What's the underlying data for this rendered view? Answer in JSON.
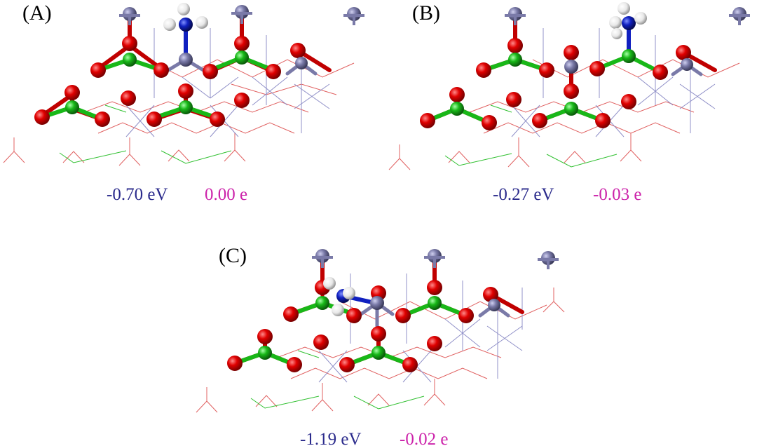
{
  "panels": [
    {
      "label": "(A)",
      "energy": "-0.70 eV",
      "charge": "0.00 e"
    },
    {
      "label": "(B)",
      "energy": "-0.27 eV",
      "charge": "-0.03 e"
    },
    {
      "label": "(C)",
      "energy": "-1.19 eV",
      "charge": "-0.02 e"
    }
  ],
  "colors": {
    "energy_text": "#2b2b8c",
    "charge_text": "#cc22aa",
    "oxygen": "#e00000",
    "boron": "#18b818",
    "metal": "#7a7aa8",
    "nitrogen": "#1020c0",
    "hydrogen": "#f0f0f0"
  },
  "icons": {
    "molecule": "ball-and-stick-nh3-adsorption-structure"
  }
}
